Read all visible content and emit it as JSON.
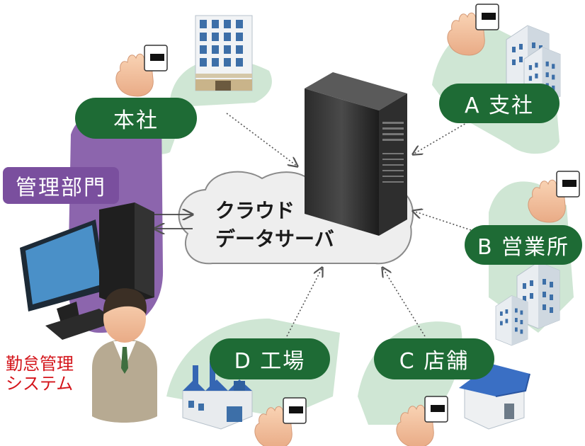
{
  "cloud": {
    "line1": "クラウド",
    "line2": "データサーバ"
  },
  "nodes": {
    "honsha": "本社",
    "shisha_a": "A 支社",
    "eigyosho_b": "B 営業所",
    "tenpo_c": "C 店舗",
    "kojo_d": "D 工場"
  },
  "admin": {
    "label": "管理部門",
    "system_line1": "勤怠管理",
    "system_line2": "システム"
  },
  "colors": {
    "node_green": "#1e6b35",
    "leaf_green": "#cfe6d4",
    "admin_purple": "#7a4f9e",
    "system_red": "#d4151b",
    "cloud_fill": "#eeeeee"
  },
  "icons": [
    "building-icon",
    "server-icon",
    "hand-card-reader-icon",
    "factory-icon",
    "shop-icon",
    "pc-icon",
    "person-icon"
  ]
}
